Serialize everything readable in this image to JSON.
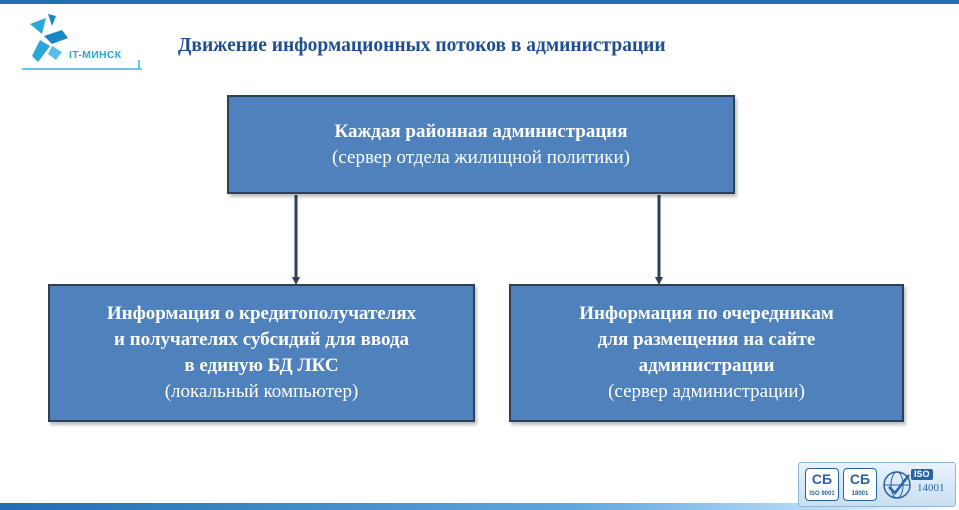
{
  "header": {
    "logo_text": "IT-МИНСК",
    "title": "Движение информационных потоков в администрации"
  },
  "diagram": {
    "top_box": {
      "line1": "Каждая районная администрация",
      "line2": "(сервер отдела жилищной политики)"
    },
    "left_box": {
      "line1": "Информация о кредитополучателях",
      "line2": "и получателях субсидий для ввода",
      "line3": "в единую БД ЛКС",
      "line4": "(локальный компьютер)"
    },
    "right_box": {
      "line1": "Информация по очередникам",
      "line2": "для размещения на сайте",
      "line3": "администрации",
      "line4": "(сервер администрации)"
    }
  },
  "footer": {
    "cert1": {
      "mark": "СБ",
      "num": "ISO 9001"
    },
    "cert2": {
      "mark": "СБ",
      "num": "18001"
    },
    "iso": {
      "label": "ISO",
      "num": "14001"
    }
  },
  "colors": {
    "box_fill": "#4f81bd",
    "box_border": "#2f3f54",
    "title": "#1d4f91",
    "accent": "#1f6db3"
  }
}
